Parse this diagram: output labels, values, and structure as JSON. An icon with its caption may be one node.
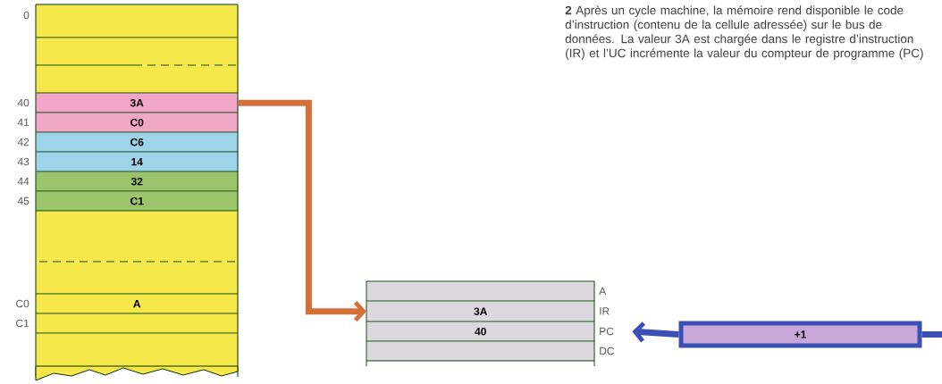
{
  "diagram": {
    "nodes": [
      {
        "text": [],
        "shape": "box",
        "beside": [
          "0"
        ]
      },
      {
        "text": [],
        "shape": "box"
      },
      {
        "text": [],
        "shape": "box"
      },
      {
        "text": [
          "3A"
        ],
        "beside": [
          "40"
        ]
      },
      {
        "text": [
          "C0"
        ],
        "beside": [
          "41"
        ]
      },
      {
        "text": [
          "C6"
        ],
        "beside": [
          "42"
        ]
      },
      {
        "text": [
          "14"
        ],
        "beside": [
          "43"
        ]
      },
      {
        "text": [
          "32"
        ],
        "beside": [
          "44"
        ]
      },
      {
        "text": [
          "C1"
        ],
        "beside": [
          "45"
        ]
      },
      {
        "text": [],
        "shape": "box"
      },
      {
        "text": [],
        "shape": "box"
      },
      {
        "text": [
          "A"
        ],
        "beside": [
          "C0"
        ]
      },
      {
        "text": [],
        "shape": "box",
        "beside": [
          "C1"
        ]
      },
      {
        "text": [],
        "shape": "box"
      },
      {
        "text": [],
        "shape": "box",
        "beside": [
          "A"
        ]
      },
      {
        "text": [
          "3A"
        ],
        "beside": [
          "IR"
        ]
      },
      {
        "text": [
          "40"
        ],
        "beside": [
          "PC"
        ]
      },
      {
        "text": [],
        "shape": "box",
        "beside": [
          "DC"
        ]
      },
      {
        "text": [
          "+1"
        ]
      }
    ],
    "edges": [
      {
        "from": 3,
        "to": 15,
        "arrow": "to",
        "color": "#d2703a"
      },
      {
        "from": 18,
        "to": 16,
        "arrow": "to",
        "color": "#3b4fb4"
      },
      {
        "from": null,
        "to": 18,
        "arrow": "none",
        "color": "#3b4fb4"
      }
    ],
    "labels": [
      "**2** Après un cycle machine, la mémoire rend disponible le code d’instruction (contenu de la cellule adressée) sur le bus de données. La valeur 3A est chargée dans le registre d’instruction (IR) et l’UC incrémente la valeur du compteur de programme (PC)"
    ]
  }
}
